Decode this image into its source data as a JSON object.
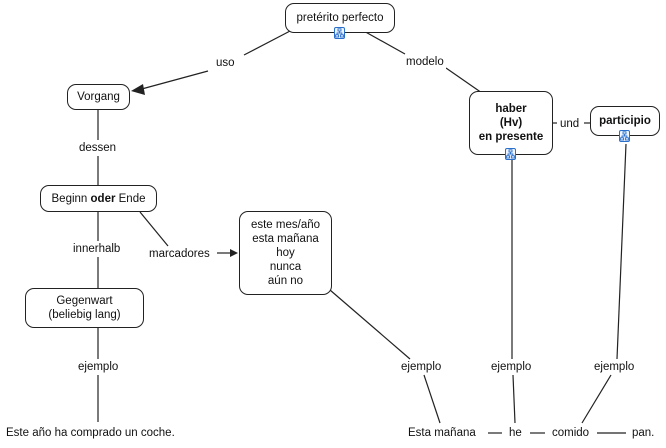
{
  "nodes": {
    "preterito": "pretérito perfecto",
    "vorgang": "Vorgang",
    "beginn_pre": "Beginn",
    "beginn_bold": "oder",
    "beginn_post": "Ende",
    "gegenwart": [
      "Gegenwart",
      "(beliebig lang)"
    ],
    "marcadores_list": [
      "este mes/año",
      "esta mañana",
      "hoy",
      "nunca",
      "aún no"
    ],
    "haber": [
      "haber",
      "(Hv)",
      "en presente"
    ],
    "participio": "participio"
  },
  "links": {
    "uso": "uso",
    "modelo": "modelo",
    "dessen": "dessen",
    "innerhalb": "innerhalb",
    "marcadores": "marcadores",
    "und": "und",
    "ejemplo_left": "ejemplo",
    "ejemplo_mid": "ejemplo",
    "ejemplo_haber": "ejemplo",
    "ejemplo_part": "ejemplo"
  },
  "examples": {
    "sentence_left": "Este año ha comprado un coche.",
    "esta_manana": "Esta mañana",
    "he": "he",
    "comido": "comido",
    "pan": "pan."
  },
  "icons": [
    "concept-map-link-icon"
  ],
  "colors": {
    "icon_blue": "#2a6fc9",
    "line": "#222222"
  }
}
